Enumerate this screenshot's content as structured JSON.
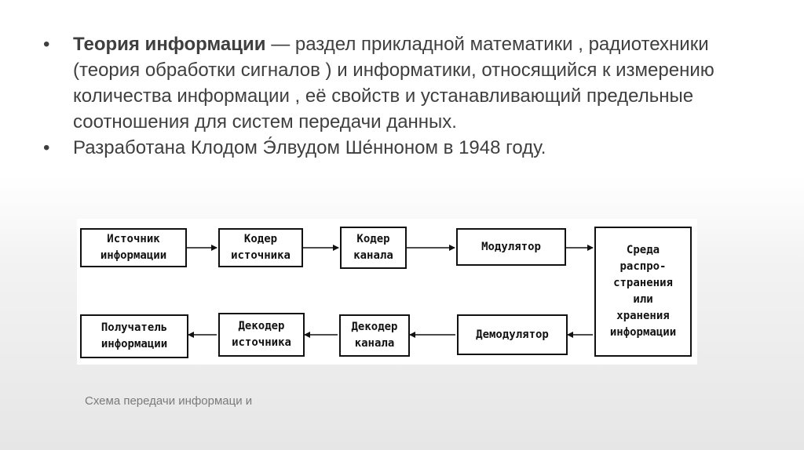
{
  "bullets": [
    {
      "term": "Теория информации",
      "text": " — раздел  прикладной математики ,   радиотехники   (теория   обработки сигналов ) и  информатики, относящийся к  измерению количества   информации , её свойств и устанавливающий предельные соотношения для систем передачи данных."
    },
    {
      "term": "",
      "text": "Разработана Клодом Э́лвудом Ше́нноном в 1948 году."
    }
  ],
  "bullet_symbol": "•",
  "diagram": {
    "nodes": {
      "source": "Источник\nинформации",
      "source_coder": "Кодер\nисточника",
      "channel_coder": "Кодер\nканала",
      "modulator": "Модулятор",
      "medium": "Среда\nраспро-\nстранения\nили\nхранения\nинформации",
      "demodulator": "Демодулятор",
      "channel_decoder": "Декодер\nканала",
      "source_decoder": "Декодер\nисточника",
      "receiver": "Получатель\nинформации"
    }
  },
  "caption": "Схема передачи информаци и"
}
